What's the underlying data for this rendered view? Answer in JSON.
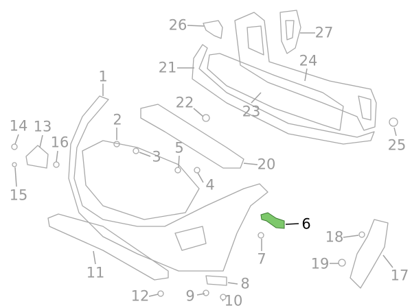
{
  "diagram": {
    "title": "Front bumper parts diagram",
    "highlight_color": "#7dc86b",
    "label_color": "#9a9a9a",
    "highlighted_part": "6",
    "callouts": [
      "1",
      "2",
      "3",
      "4",
      "5",
      "6",
      "7",
      "8",
      "9",
      "10",
      "11",
      "12",
      "13",
      "14",
      "15",
      "16",
      "17",
      "18",
      "19",
      "20",
      "21",
      "22",
      "23",
      "24",
      "25",
      "26",
      "27"
    ]
  }
}
